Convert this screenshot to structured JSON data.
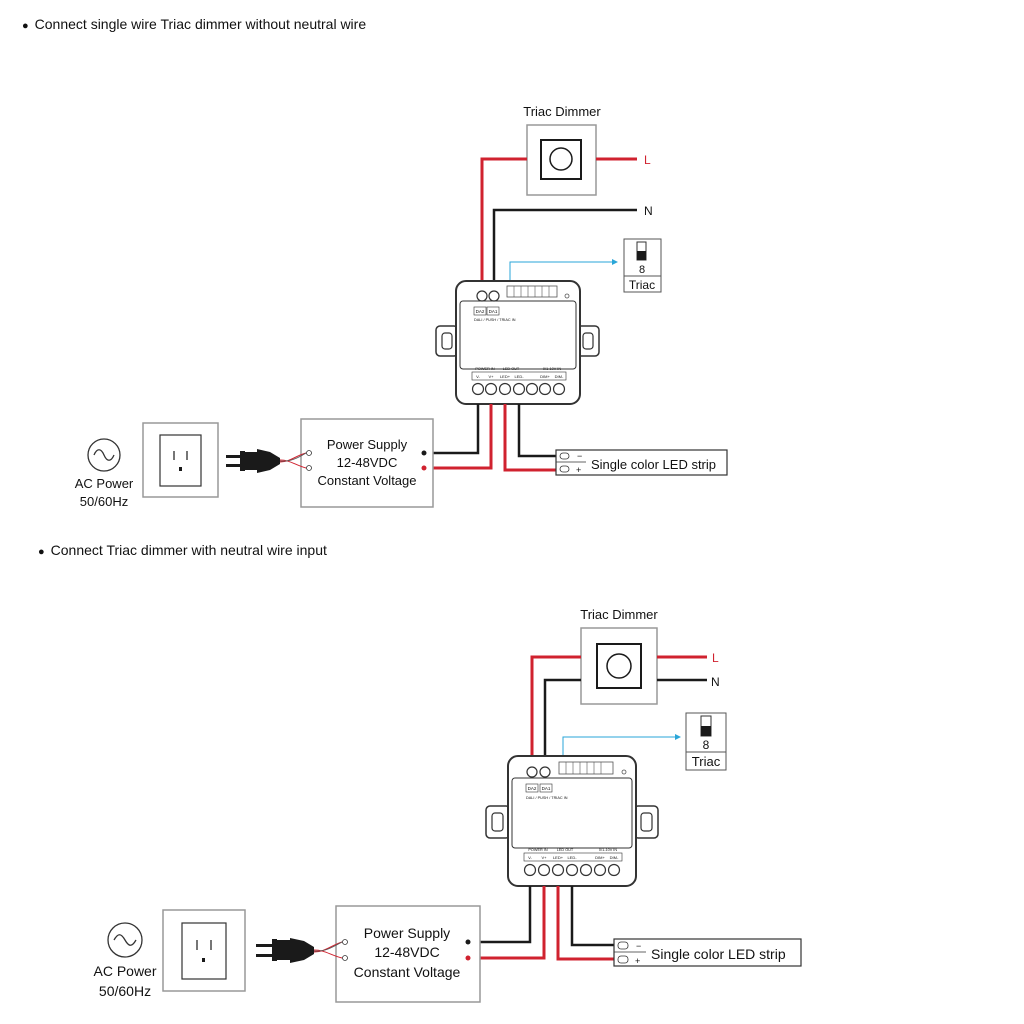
{
  "sections": [
    {
      "caption": "Connect single wire Triac dimmer without neutral wire",
      "dimmer_label": "Triac Dimmer",
      "line_label": "L",
      "neutral_label": "N",
      "switch_number": "8",
      "switch_label": "Triac",
      "ac_power": "AC Power",
      "ac_freq": "50/60Hz",
      "psu_line1": "Power Supply",
      "psu_line2": "12-48VDC",
      "psu_line3": "Constant Voltage",
      "led_label": "Single color LED strip",
      "led_minus": "−",
      "led_plus": "+",
      "ctrl_da2": "DA2",
      "ctrl_da1": "DA1",
      "ctrl_top_text": "DALI / PUSH / TRIAC IN",
      "ctrl_power_in": "POWER IN",
      "ctrl_led_out": "LED OUT",
      "ctrl_dim_in": "0/1-10V IN",
      "terminals": [
        "V-",
        "V+",
        "LED+",
        "LED-",
        "",
        "DIM+",
        "DIM-"
      ]
    },
    {
      "caption": "Connect Triac dimmer with neutral wire input",
      "dimmer_label": "Triac Dimmer",
      "line_label": "L",
      "neutral_label": "N",
      "switch_number": "8",
      "switch_label": "Triac",
      "ac_power": "AC Power",
      "ac_freq": "50/60Hz",
      "psu_line1": "Power Supply",
      "psu_line2": "12-48VDC",
      "psu_line3": "Constant Voltage",
      "led_label": "Single color LED strip",
      "led_minus": "−",
      "led_plus": "+",
      "ctrl_da2": "DA2",
      "ctrl_da1": "DA1",
      "ctrl_top_text": "DALI / PUSH / TRIAC IN",
      "ctrl_power_in": "POWER IN",
      "ctrl_led_out": "LED OUT",
      "ctrl_dim_in": "0/1-10V IN",
      "terminals": [
        "V-",
        "V+",
        "LED+",
        "LED-",
        "",
        "DIM+",
        "DIM-"
      ]
    }
  ]
}
